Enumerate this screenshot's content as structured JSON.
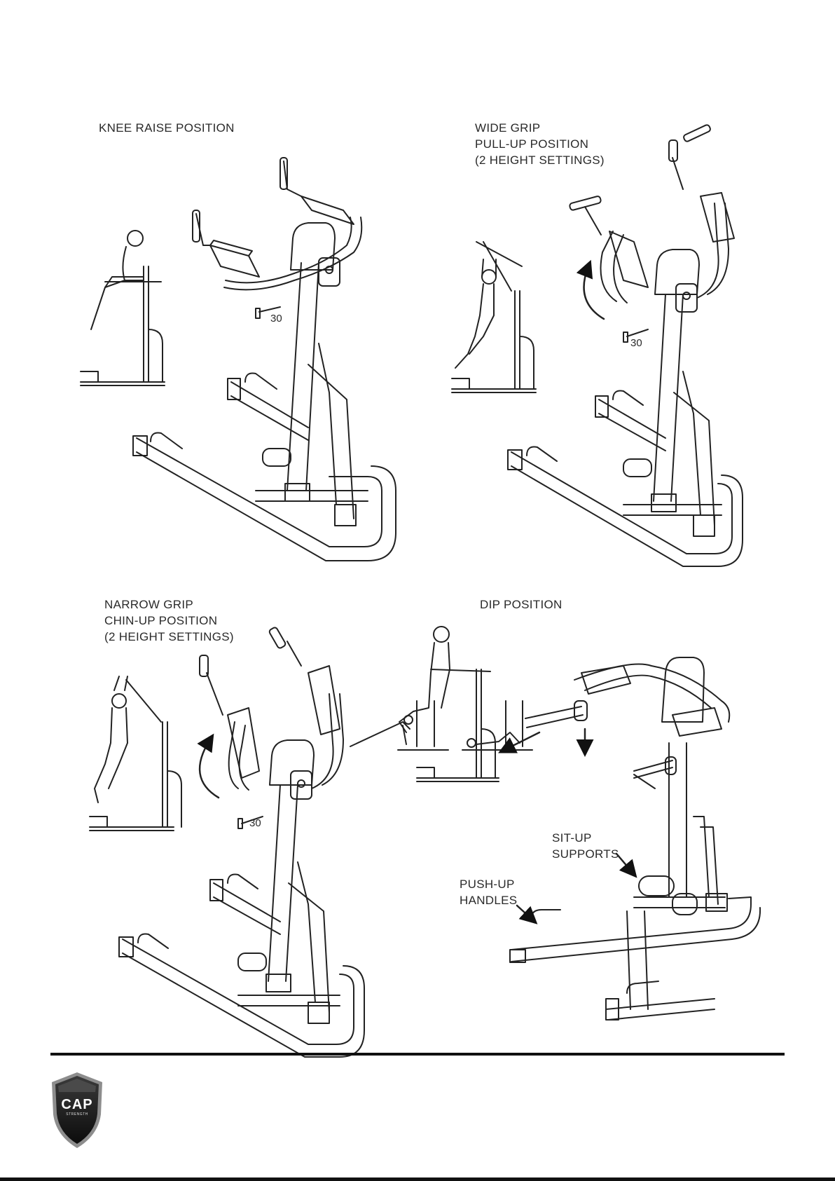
{
  "panels": {
    "knee_raise": {
      "title": "KNEE RAISE POSITION",
      "part_number": "30"
    },
    "wide_grip": {
      "title": "WIDE GRIP\nPULL-UP POSITION\n(2 HEIGHT SETTINGS)",
      "part_number": "30"
    },
    "narrow_grip": {
      "title": "NARROW GRIP\nCHIN-UP POSITION\n(2 HEIGHT SETTINGS)",
      "part_number": "30"
    },
    "dip": {
      "title": "DIP POSITION",
      "callouts": {
        "situp": "SIT-UP\nSUPPORTS",
        "pushup": "PUSH-UP\nHANDLES"
      }
    }
  },
  "footer": {
    "logo": {
      "brand": "CAP",
      "sub": "STRENGTH"
    }
  }
}
